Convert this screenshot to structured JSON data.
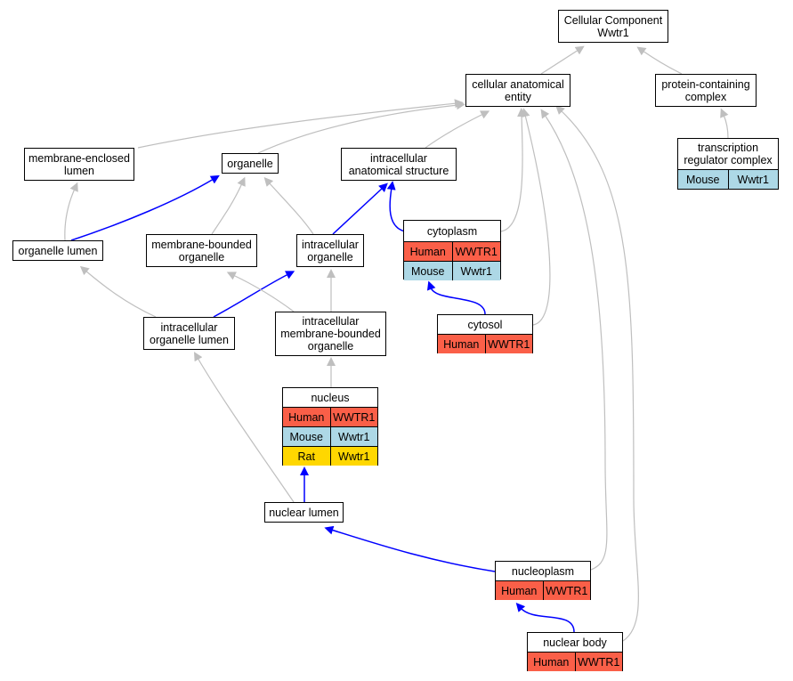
{
  "colors": {
    "gray_edge": "#bfbfbf",
    "blue_edge": "#0000ff",
    "human": "#fa5f48",
    "mouse": "#add8e6",
    "rat": "#ffd700"
  },
  "nodes": {
    "root": {
      "label": "Cellular Component\nWwtr1"
    },
    "cae": {
      "label": "cellular anatomical\nentity"
    },
    "pcc": {
      "label": "protein-containing\ncomplex"
    },
    "trc": {
      "label": "transcription\nregulator complex",
      "rows": [
        {
          "species": "Mouse",
          "gene": "Wwtr1",
          "color": "#add8e6"
        }
      ]
    },
    "mel": {
      "label": "membrane-enclosed\nlumen"
    },
    "org": {
      "label": "organelle"
    },
    "ias": {
      "label": "intracellular\nanatomical structure"
    },
    "cyto": {
      "label": "cytoplasm",
      "rows": [
        {
          "species": "Human",
          "gene": "WWTR1",
          "color": "#fa5f48"
        },
        {
          "species": "Mouse",
          "gene": "Wwtr1",
          "color": "#add8e6"
        }
      ]
    },
    "orglum": {
      "label": "organelle lumen"
    },
    "mbo": {
      "label": "membrane-bounded\norganelle"
    },
    "io": {
      "label": "intracellular\norganelle"
    },
    "iol": {
      "label": "intracellular\norganelle lumen"
    },
    "imbo": {
      "label": "intracellular\nmembrane-bounded\norganelle"
    },
    "cytosol": {
      "label": "cytosol",
      "rows": [
        {
          "species": "Human",
          "gene": "WWTR1",
          "color": "#fa5f48"
        }
      ]
    },
    "nucleus": {
      "label": "nucleus",
      "rows": [
        {
          "species": "Human",
          "gene": "WWTR1",
          "color": "#fa5f48"
        },
        {
          "species": "Mouse",
          "gene": "Wwtr1",
          "color": "#add8e6"
        },
        {
          "species": "Rat",
          "gene": "Wwtr1",
          "color": "#ffd700"
        }
      ]
    },
    "nuclum": {
      "label": "nuclear lumen"
    },
    "nucleo": {
      "label": "nucleoplasm",
      "rows": [
        {
          "species": "Human",
          "gene": "WWTR1",
          "color": "#fa5f48"
        }
      ]
    },
    "nbody": {
      "label": "nuclear body",
      "rows": [
        {
          "species": "Human",
          "gene": "WWTR1",
          "color": "#fa5f48"
        }
      ]
    }
  },
  "edges": [
    {
      "from": "cae",
      "to": "root",
      "color": "gray"
    },
    {
      "from": "pcc",
      "to": "root",
      "color": "gray"
    },
    {
      "from": "trc",
      "to": "pcc",
      "color": "gray"
    },
    {
      "from": "mel",
      "to": "cae",
      "color": "gray"
    },
    {
      "from": "org",
      "to": "cae",
      "color": "gray"
    },
    {
      "from": "ias",
      "to": "cae",
      "color": "gray"
    },
    {
      "from": "cyto",
      "to": "cae",
      "color": "gray"
    },
    {
      "from": "cytosol",
      "to": "cae",
      "color": "gray"
    },
    {
      "from": "nucleo",
      "to": "cae",
      "color": "gray"
    },
    {
      "from": "nbody",
      "to": "cae",
      "color": "gray"
    },
    {
      "from": "orglum",
      "to": "mel",
      "color": "gray"
    },
    {
      "from": "orglum",
      "to": "org",
      "color": "blue"
    },
    {
      "from": "mbo",
      "to": "org",
      "color": "gray"
    },
    {
      "from": "io",
      "to": "org",
      "color": "gray"
    },
    {
      "from": "io",
      "to": "ias",
      "color": "blue"
    },
    {
      "from": "cyto",
      "to": "ias",
      "color": "blue"
    },
    {
      "from": "iol",
      "to": "orglum",
      "color": "gray"
    },
    {
      "from": "iol",
      "to": "io",
      "color": "blue"
    },
    {
      "from": "imbo",
      "to": "mbo",
      "color": "gray"
    },
    {
      "from": "imbo",
      "to": "io",
      "color": "gray"
    },
    {
      "from": "cytosol",
      "to": "cyto",
      "color": "blue"
    },
    {
      "from": "nucleus",
      "to": "imbo",
      "color": "gray"
    },
    {
      "from": "nuclum",
      "to": "iol",
      "color": "gray"
    },
    {
      "from": "nuclum",
      "to": "nucleus",
      "color": "blue"
    },
    {
      "from": "nucleo",
      "to": "nuclum",
      "color": "blue"
    },
    {
      "from": "nbody",
      "to": "nucleo",
      "color": "blue"
    }
  ]
}
